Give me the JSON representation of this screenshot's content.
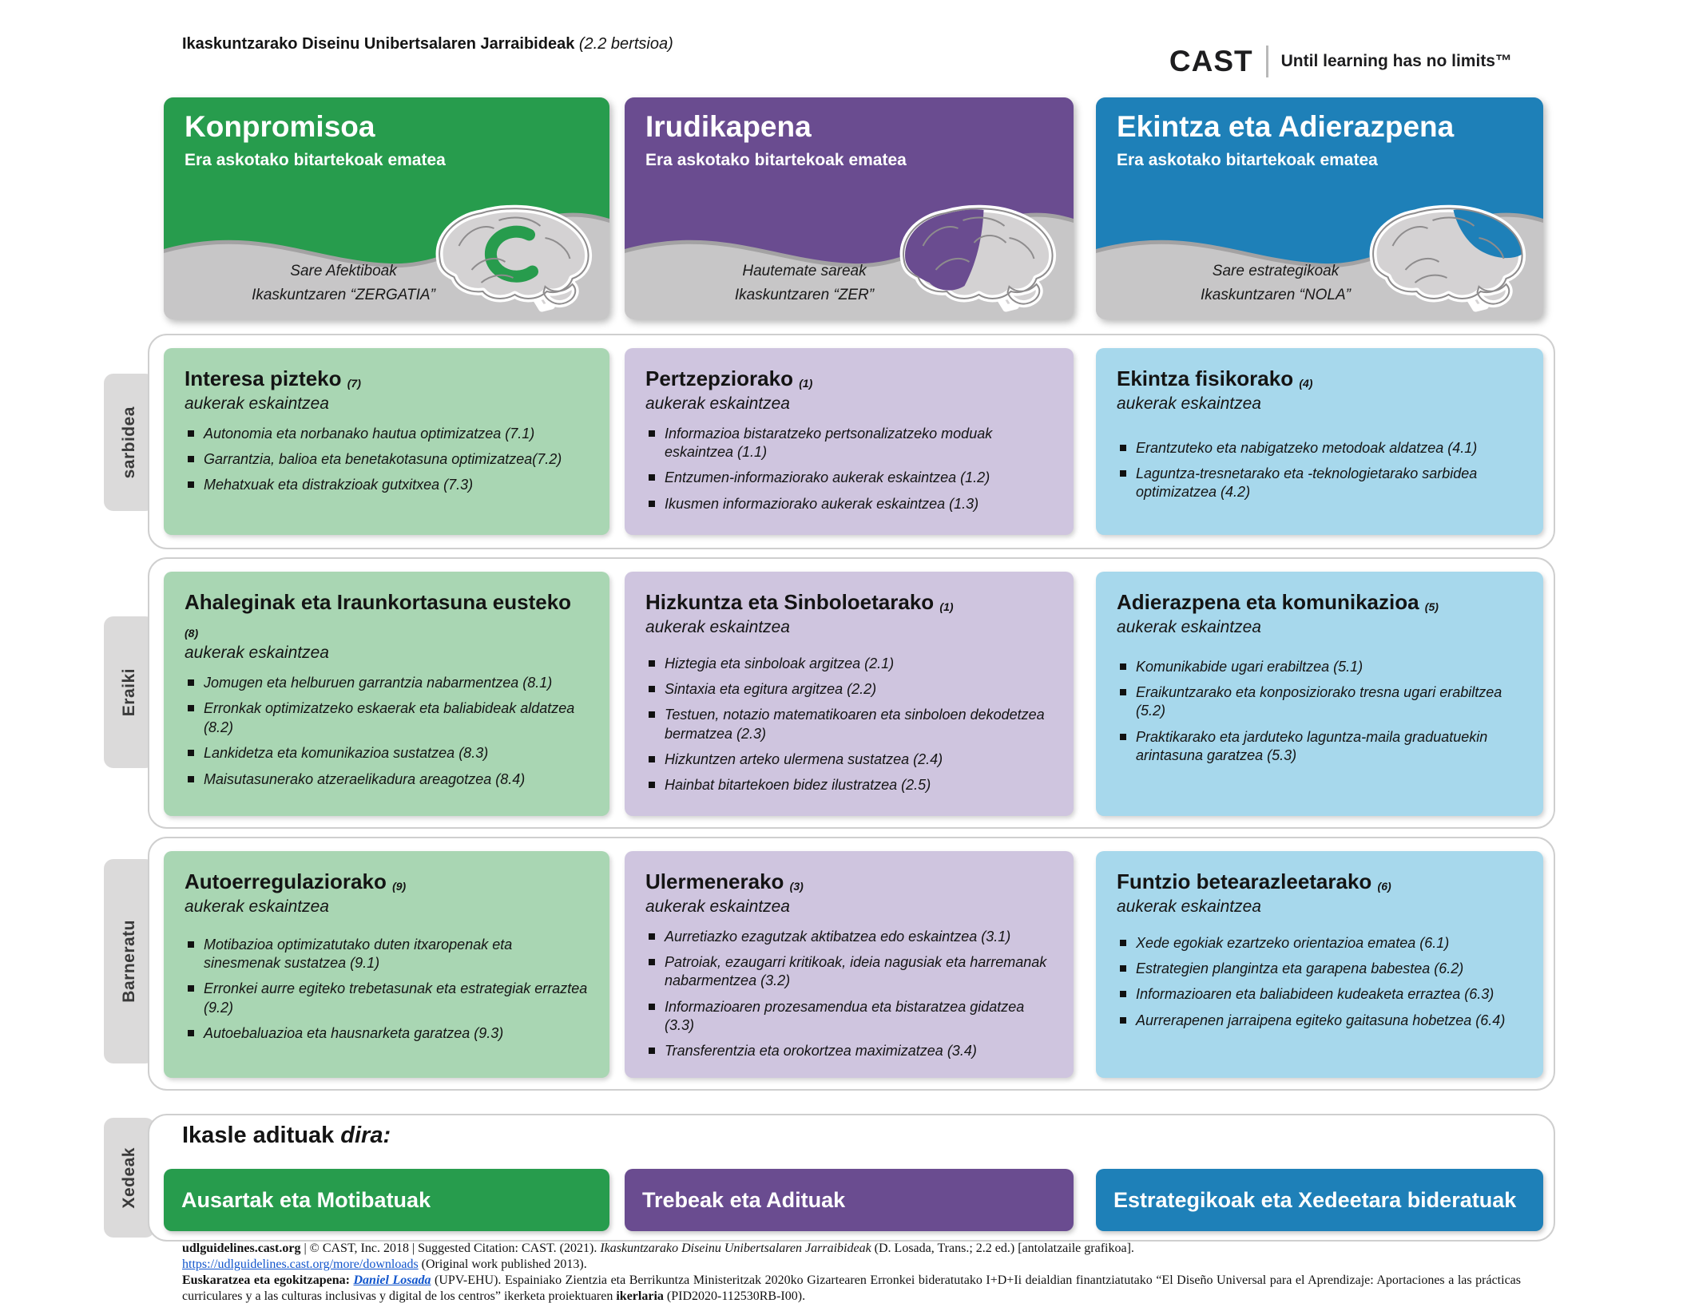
{
  "colors": {
    "green_dark": "#279C4D",
    "green_light": "#A9D6B3",
    "purple_dark": "#6A4C90",
    "purple_light": "#CFC5DF",
    "blue_dark": "#1E80B8",
    "blue_light": "#A7D8EC",
    "header_gray": "#C7C6C7",
    "tab_gray": "#DBDADA",
    "link_blue": "#1155CC"
  },
  "page": {
    "title": "Ikaskuntzarako Diseinu Unibertsalaren Jarraibideak",
    "version": "(2.2 bertsioa)"
  },
  "brand": {
    "logo": "CAST",
    "tagline": "Until learning has no limits™"
  },
  "columns": [
    {
      "title": "Konpromisoa",
      "subtitle": "Era askotako bitartekoak ematea",
      "network_line1": "Sare Afektiboak",
      "network_line2": "Ikaskuntzaren “ZERGATIA”"
    },
    {
      "title": "Irudikapena",
      "subtitle": "Era askotako bitartekoak ematea",
      "network_line1": "Hautemate sareak",
      "network_line2": "Ikaskuntzaren “ZER”"
    },
    {
      "title": "Ekintza eta Adierazpena",
      "subtitle": "Era askotako bitartekoak ematea",
      "network_line1": "Sare estrategikoak",
      "network_line2": "Ikaskuntzaren “NOLA”"
    }
  ],
  "row_tabs": [
    "sarbidea",
    "Eraiki",
    "Barneratu",
    "Xedeak"
  ],
  "rows": [
    {
      "cards": [
        {
          "title": "Interesa pizteko",
          "number": "(7)",
          "subtitle": "aukerak eskaintzea",
          "bullets": [
            "Autonomia eta norbanako hautua optimizatzea (7.1)",
            "Garrantzia, balioa eta benetakotasuna optimizatzea(7.2)",
            "Mehatxuak eta distrakzioak gutxitxea (7.3)"
          ]
        },
        {
          "title": "Pertzepziorako",
          "number": "(1)",
          "subtitle": "aukerak eskaintzea",
          "bullets": [
            "Informazioa bistaratzeko pertsonalizatzeko moduak eskaintzea (1.1)",
            "Entzumen-informaziorako aukerak eskaintzea (1.2)",
            "Ikusmen informaziorako aukerak eskaintzea (1.3)"
          ]
        },
        {
          "title": "Ekintza fisikorako",
          "number": "(4)",
          "subtitle": "aukerak eskaintzea",
          "bullets": [
            "Erantzuteko eta nabigatzeko metodoak aldatzea (4.1)",
            "Laguntza-tresnetarako eta -teknologietarako sarbidea optimizatzea (4.2)"
          ]
        }
      ]
    },
    {
      "cards": [
        {
          "title": "Ahaleginak eta Iraunkortasuna eusteko",
          "number": "(8)",
          "subtitle": "aukerak eskaintzea",
          "bullets": [
            "Jomugen eta helburuen garrantzia nabarmentzea (8.1)",
            "Erronkak optimizatzeko eskaerak eta baliabideak aldatzea (8.2)",
            "Lankidetza eta komunikazioa sustatzea (8.3)",
            "Maisutasunerako atzeraelikadura areagotzea (8.4)"
          ]
        },
        {
          "title": "Hizkuntza eta Sinboloetarako",
          "number": "(1)",
          "subtitle": "aukerak eskaintzea",
          "bullets": [
            "Hiztegia eta sinboloak argitzea (2.1)",
            "Sintaxia eta egitura argitzea (2.2)",
            "Testuen, notazio matematikoaren eta sinboloen dekodetzea bermatzea (2.3)",
            "Hizkuntzen arteko ulermena sustatzea (2.4)",
            "Hainbat bitartekoen bidez ilustratzea (2.5)"
          ]
        },
        {
          "title": "Adierazpena eta komunikazioa",
          "number": "(5)",
          "subtitle": "aukerak eskaintzea",
          "bullets": [
            "Komunikabide ugari erabiltzea (5.1)",
            "Eraikuntzarako eta konposiziorako tresna ugari erabiltzea (5.2)",
            "Praktikarako eta jarduteko laguntza-maila graduatuekin arintasuna garatzea (5.3)"
          ]
        }
      ]
    },
    {
      "cards": [
        {
          "title": "Autoerregulaziorako",
          "number": "(9)",
          "subtitle": "aukerak eskaintzea",
          "bullets": [
            "Motibazioa optimizatutako duten itxaropenak eta sinesmenak sustatzea (9.1)",
            "Erronkei aurre egiteko trebetasunak eta estrategiak erraztea (9.2)",
            "Autoebaluazioa eta hausnarketa garatzea (9.3)"
          ]
        },
        {
          "title": "Ulermenerako",
          "number": "(3)",
          "subtitle": "aukerak eskaintzea",
          "bullets": [
            "Aurretiazko ezagutzak aktibatzea edo eskaintzea (3.1)",
            "Patroiak, ezaugarri kritikoak, ideia nagusiak eta harremanak nabarmentzea (3.2)",
            "Informazioaren prozesamendua eta bistaratzea gidatzea (3.3)",
            "Transferentzia eta orokortzea maximizatzea (3.4)"
          ]
        },
        {
          "title": "Funtzio betearazleetarako",
          "number": "(6)",
          "subtitle": "aukerak eskaintzea",
          "bullets": [
            "Xede egokiak ezartzeko orientazioa ematea (6.1)",
            "Estrategien plangintza eta garapena babestea (6.2)",
            "Informazioaren eta baliabideen kudeaketa erraztea (6.3)",
            "Aurrerapenen jarraipena egiteko gaitasuna hobetzea (6.4)"
          ]
        }
      ]
    }
  ],
  "goals": {
    "heading": "Ikasle adituak",
    "heading_italic": "dira:",
    "buttons": [
      "Ausartak eta Motibatuak",
      "Trebeak eta Adituak",
      "Estrategikoak eta Xedeetara bideratuak"
    ]
  },
  "footer": {
    "site": "udlguidelines.cast.org",
    "line1_mid": " | © CAST, Inc. 2018 | Suggested Citation: CAST. (2021). ",
    "line1_italic": "Ikaskuntzarako Diseinu Unibertsalaren Jarraibideak",
    "line1_end": " (D. Losada, Trans.; 2.2 ed.) [antolatzaile grafikoa].",
    "line2_link": "https://udlguidelines.cast.org/more/downloads",
    "line2_end": " (Original work published 2013).",
    "line3_bold": "Euskaratzea eta egokitzapena: ",
    "line3_link": "Daniel Losada",
    "line3_mid": " (UPV-EHU). Espainiako Zientzia eta Berrikuntza Ministeritzak 2020ko Gizartearen Erronkei bideratutako I+D+Ii deialdian finantziatutako “El Diseño Universal para el Aprendizaje: Aportaciones a las prácticas curriculares y a las culturas inclusivas y digital de los centros” ikerketa proiektuaren ",
    "line3_bold2": "ikerlaria",
    "line3_end": " (PID2020-112530RB-I00)."
  }
}
